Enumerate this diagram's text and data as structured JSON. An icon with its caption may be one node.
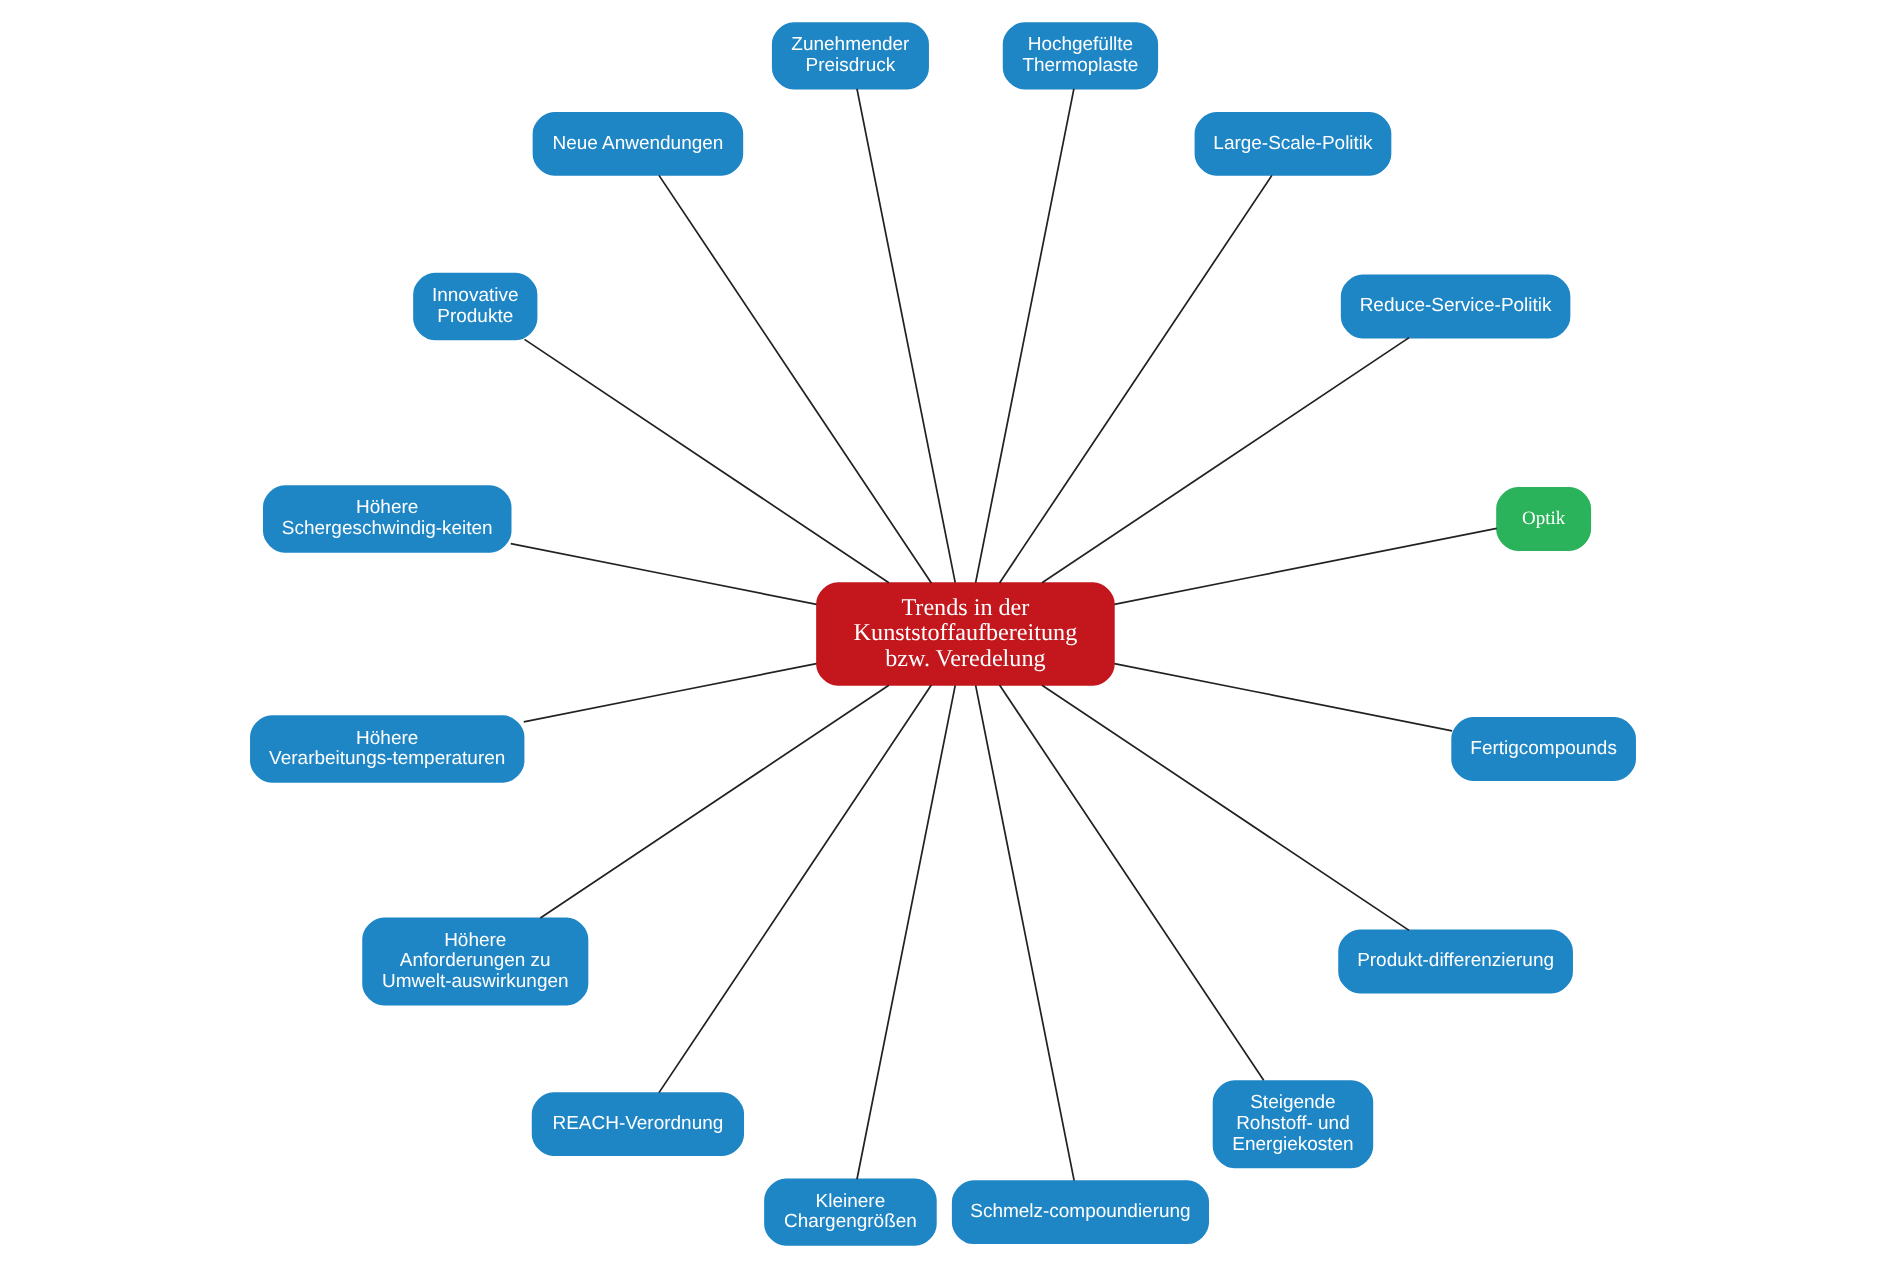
{
  "diagram": {
    "nodes": [
      {
        "text": [
          "Trends in der Kunststoffaufbereitung bzw. Veredelung"
        ]
      },
      {
        "text": [
          "Optik"
        ]
      },
      {
        "text": [
          "Reduce-Service-Politik"
        ]
      },
      {
        "text": [
          "Large-Scale-Politik"
        ]
      },
      {
        "text": [
          "Hochgefüllte Thermoplaste"
        ]
      },
      {
        "text": [
          "Zunehmender Preisdruck"
        ]
      },
      {
        "text": [
          "Neue Anwendungen"
        ]
      },
      {
        "text": [
          "Innovative Produkte"
        ]
      },
      {
        "text": [
          "Höhere Schergeschwindig-keiten"
        ]
      },
      {
        "text": [
          "Höhere Verarbeitungs-temperaturen"
        ]
      },
      {
        "text": [
          "Höhere Anforderungen zu Umwelt-auswirkungen"
        ]
      },
      {
        "text": [
          "REACH-Verordnung"
        ]
      },
      {
        "text": [
          "Kleinere Chargengrößen"
        ]
      },
      {
        "text": [
          "Schmelz-compoundierung"
        ]
      },
      {
        "text": [
          "Steigende Rohstoff- und Energiekosten"
        ]
      },
      {
        "text": [
          "Produkt-differenzierung"
        ]
      },
      {
        "text": [
          "Fertigcompounds"
        ]
      }
    ],
    "edges": [
      {
        "from": 0,
        "to": 1,
        "arrow": "none"
      },
      {
        "from": 0,
        "to": 2,
        "arrow": "none"
      },
      {
        "from": 0,
        "to": 3,
        "arrow": "none"
      },
      {
        "from": 0,
        "to": 4,
        "arrow": "none"
      },
      {
        "from": 0,
        "to": 5,
        "arrow": "none"
      },
      {
        "from": 0,
        "to": 6,
        "arrow": "none"
      },
      {
        "from": 0,
        "to": 7,
        "arrow": "none"
      },
      {
        "from": 0,
        "to": 8,
        "arrow": "none"
      },
      {
        "from": 0,
        "to": 9,
        "arrow": "none"
      },
      {
        "from": 0,
        "to": 10,
        "arrow": "none"
      },
      {
        "from": 0,
        "to": 11,
        "arrow": "none"
      },
      {
        "from": 0,
        "to": 12,
        "arrow": "none"
      },
      {
        "from": 0,
        "to": 13,
        "arrow": "none"
      },
      {
        "from": 0,
        "to": 14,
        "arrow": "none"
      },
      {
        "from": 0,
        "to": 15,
        "arrow": "none"
      },
      {
        "from": 0,
        "to": 16,
        "arrow": "none"
      }
    ]
  }
}
